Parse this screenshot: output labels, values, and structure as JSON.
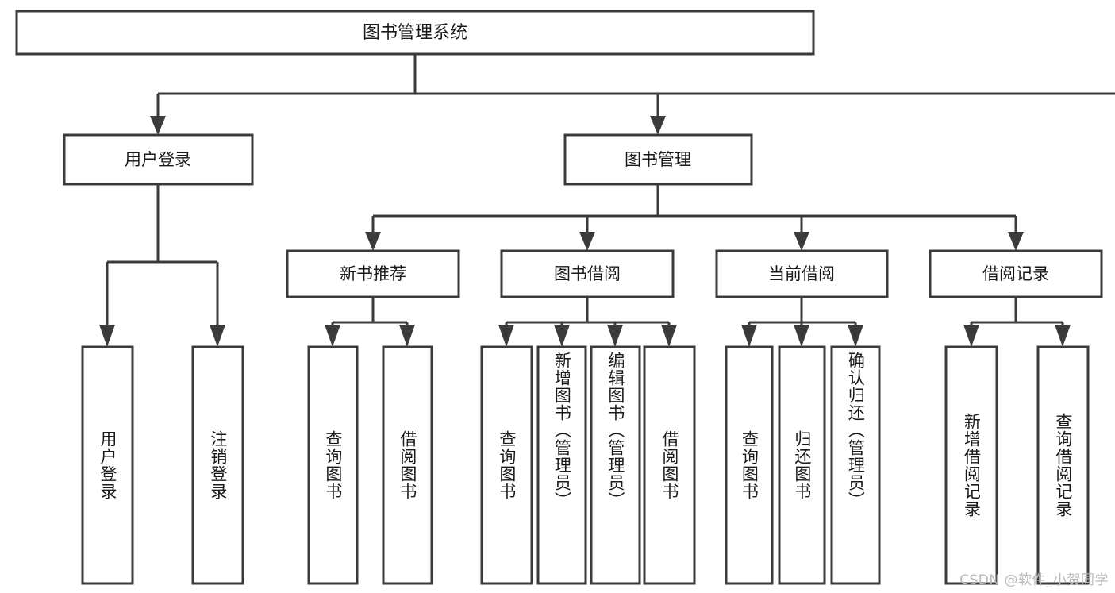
{
  "diagram": {
    "title": "图书管理系统",
    "type": "hierarchy-tree",
    "watermark": "CSDN @软件_小贺同学",
    "colors": {
      "box_stroke": "#3b3b3b",
      "box_fill": "#ffffff",
      "connector": "#3b3b3b",
      "text": "#1a1a1a",
      "watermark": "#b9b9b9",
      "background": "#ffffff"
    },
    "levels": {
      "root": {
        "label": "图书管理系统"
      },
      "level1": [
        {
          "label": "用户登录"
        },
        {
          "label": "图书管理"
        }
      ],
      "level2": [
        {
          "label": "新书推荐"
        },
        {
          "label": "图书借阅"
        },
        {
          "label": "当前借阅"
        },
        {
          "label": "借阅记录"
        }
      ],
      "leaves": {
        "user_login": [
          {
            "label": "用户登录"
          },
          {
            "label": "注销登录"
          }
        ],
        "new_book_recommend": [
          {
            "label": "查询图书"
          },
          {
            "label": "借阅图书"
          }
        ],
        "book_borrow": [
          {
            "label": "查询图书"
          },
          {
            "label": "新增图书（管理员）"
          },
          {
            "label": "编辑图书（管理员）"
          },
          {
            "label": "借阅图书"
          }
        ],
        "current_borrow": [
          {
            "label": "查询图书"
          },
          {
            "label": "归还图书"
          },
          {
            "label": "确认归还（管理员）"
          }
        ],
        "borrow_record": [
          {
            "label": "新增借阅记录"
          },
          {
            "label": "查询借阅记录"
          }
        ]
      }
    }
  }
}
